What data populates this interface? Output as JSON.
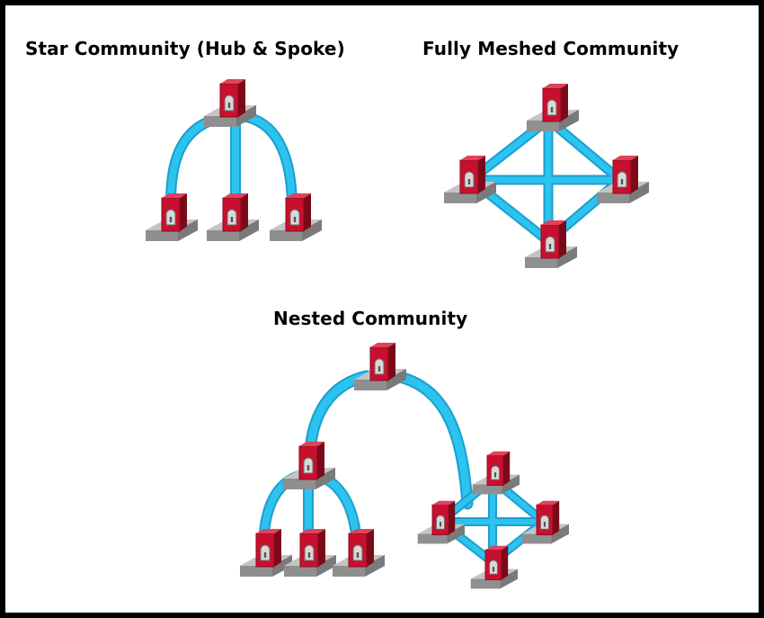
{
  "titles": {
    "star": "Star Community (Hub & Spoke)",
    "mesh": "Fully Meshed Community",
    "nested": "Nested Community"
  },
  "colors": {
    "link": "#2cc3ef",
    "link_edge": "#1b9fd0",
    "gateway_red": "#c8102e",
    "gateway_dark": "#7a0a1a",
    "base": "#9a9a9a",
    "base_dark": "#5e5e5e"
  },
  "icons": [
    "security-gateway-icon"
  ]
}
